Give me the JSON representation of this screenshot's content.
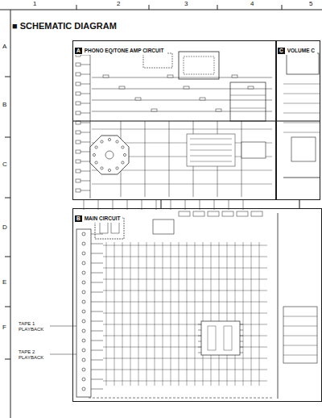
{
  "diagram": {
    "title": "■ SCHEMATIC DIAGRAM",
    "nodes": [
      {
        "text": [
          "A",
          "PHONO EQ/TONE AMP CIRCUIT"
        ]
      },
      {
        "text": [
          "C",
          "VOLUME C"
        ]
      },
      {
        "text": [
          "B",
          "MAIN CIRCUIT"
        ]
      }
    ],
    "edges": [
      {
        "from": 0,
        "to": 2,
        "arrow": "none"
      },
      {
        "from": 0,
        "to": 1,
        "arrow": "none"
      },
      {
        "from": 1,
        "to": 2,
        "arrow": "none"
      }
    ],
    "labels": [
      "1",
      "2",
      "3",
      "4",
      "5",
      "A",
      "B",
      "C",
      "D",
      "E",
      "F",
      "TAPE 1",
      "PLAYBACK",
      "TAPE 2",
      "PLAYBACK"
    ]
  }
}
